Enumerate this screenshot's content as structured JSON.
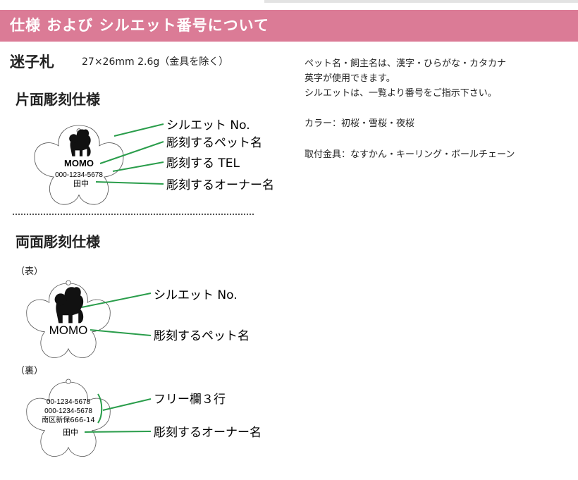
{
  "header": {
    "title": "仕様 および シルエット番号について"
  },
  "product": {
    "name": "迷子札",
    "size": "27×26mm  2.6g（金具を除く）"
  },
  "single": {
    "title": "片面彫刻仕様",
    "tag": {
      "name": "MOMO",
      "tel": "000-1234-5678",
      "owner": "田中"
    },
    "labels": {
      "silhouette": "シルエット No.",
      "pet_name": "彫刻するペット名",
      "tel": "彫刻する TEL",
      "owner": "彫刻するオーナー名"
    }
  },
  "double": {
    "title": "両面彫刻仕様",
    "front": {
      "side_label": "（表）",
      "name": "MOMO",
      "labels": {
        "silhouette": "シルエット No.",
        "pet_name": "彫刻するペット名"
      }
    },
    "back": {
      "side_label": "（裏）",
      "lines": [
        "00-1234-5678",
        "000-1234-5678",
        "南区新保666-14"
      ],
      "owner": "田中",
      "labels": {
        "free": "フリー欄３行",
        "owner": "彫刻するオーナー名"
      }
    }
  },
  "description": {
    "usable_chars": "ペット名・飼主名は、漢字・ひらがな・カタカナ\n英字が使用できます。\nシルエットは、一覧より番号をご指示下さい。",
    "colors": "カラー：初桜・雪桜・夜桜",
    "fittings": "取付金具：なすかん・キーリング・ボールチェーン"
  },
  "colors": {
    "header_bg": "#db7b96",
    "leader_line": "#2a9d4b"
  }
}
